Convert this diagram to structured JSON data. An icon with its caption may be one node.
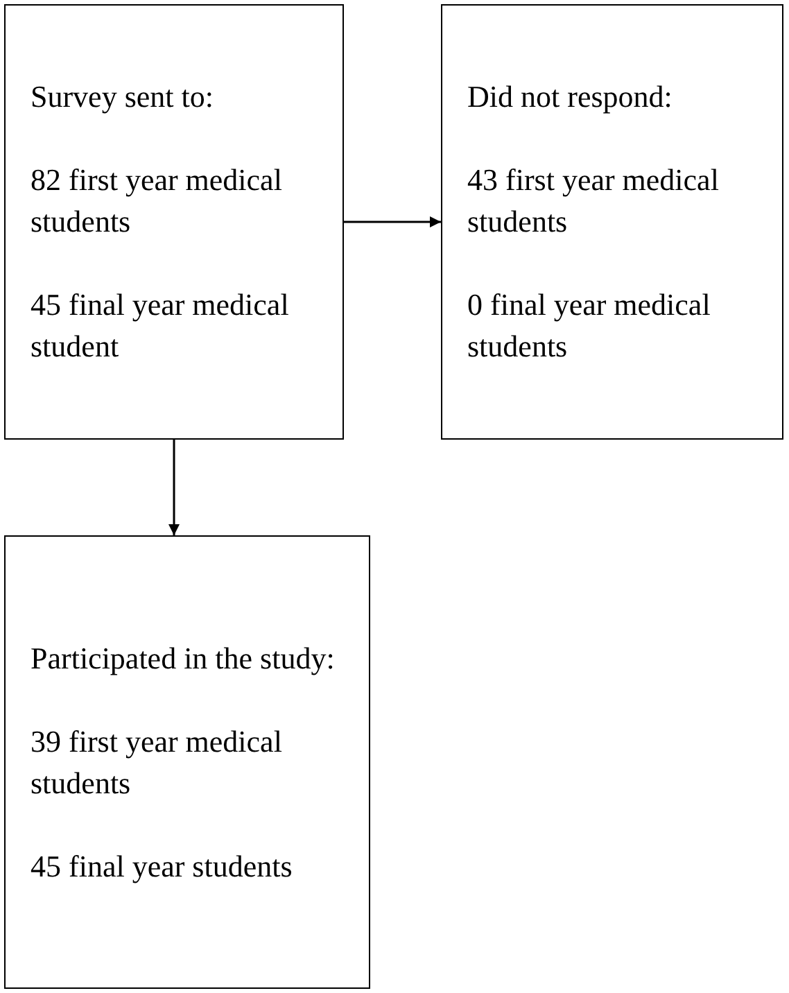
{
  "diagram": {
    "nodes": [
      {
        "text": [
          "Survey sent to:",
          "82 first year medical students",
          "45 final year medical student"
        ]
      },
      {
        "text": [
          "Did not respond:",
          "43 first year medical students",
          "0 final year medical students"
        ]
      },
      {
        "text": [
          "Participated in the study:",
          "39 first year medical students",
          "45 final year students"
        ]
      }
    ],
    "edges": [
      {
        "from": 0,
        "to": 1,
        "arrow": "to"
      },
      {
        "from": 0,
        "to": 2,
        "arrow": "to"
      }
    ]
  }
}
